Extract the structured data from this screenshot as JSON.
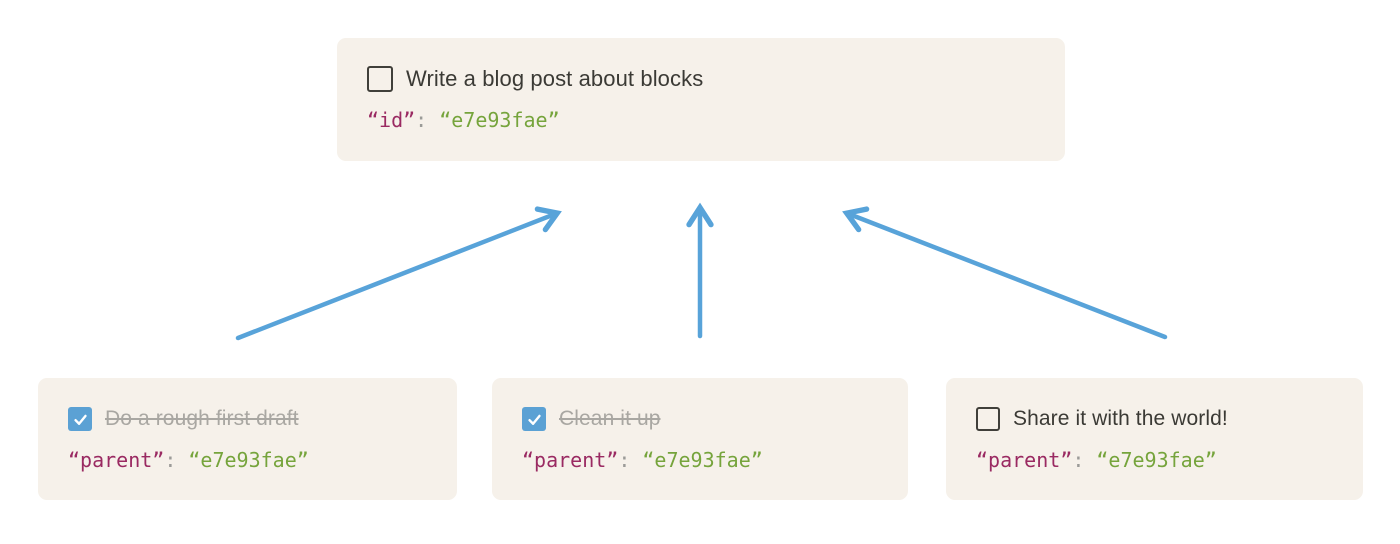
{
  "colors": {
    "page_background": "#ffffff",
    "card_background": "#f6f1ea",
    "title_text": "#3b3a35",
    "completed_text": "#a9a7a2",
    "checkbox_checked_fill": "#5ba1d4",
    "checkbox_border": "#403f3a",
    "checkmark": "#ffffff",
    "arrow": "#58a3d9",
    "code_key": "#9a2a62",
    "code_punctuation": "#9b9b98",
    "code_value": "#76a43c"
  },
  "parent_card": {
    "completed": false,
    "title": "Write a blog post about blocks",
    "code": {
      "key": "“id”",
      "colon": ":",
      "value": "“e7e93fae”"
    }
  },
  "child_cards": [
    {
      "completed": true,
      "title": "Do a rough first draft",
      "code": {
        "key": "“parent”",
        "colon": ":",
        "value": "“e7e93fae”"
      }
    },
    {
      "completed": true,
      "title": "Clean it up",
      "code": {
        "key": "“parent”",
        "colon": ":",
        "value": "“e7e93fae”"
      }
    },
    {
      "completed": false,
      "title": "Share it with the world!",
      "code": {
        "key": "“parent”",
        "colon": ":",
        "value": "“e7e93fae”"
      }
    }
  ],
  "arrows": [
    {
      "from": "child-card-1",
      "to": "parent-card"
    },
    {
      "from": "child-card-2",
      "to": "parent-card"
    },
    {
      "from": "child-card-3",
      "to": "parent-card"
    }
  ]
}
